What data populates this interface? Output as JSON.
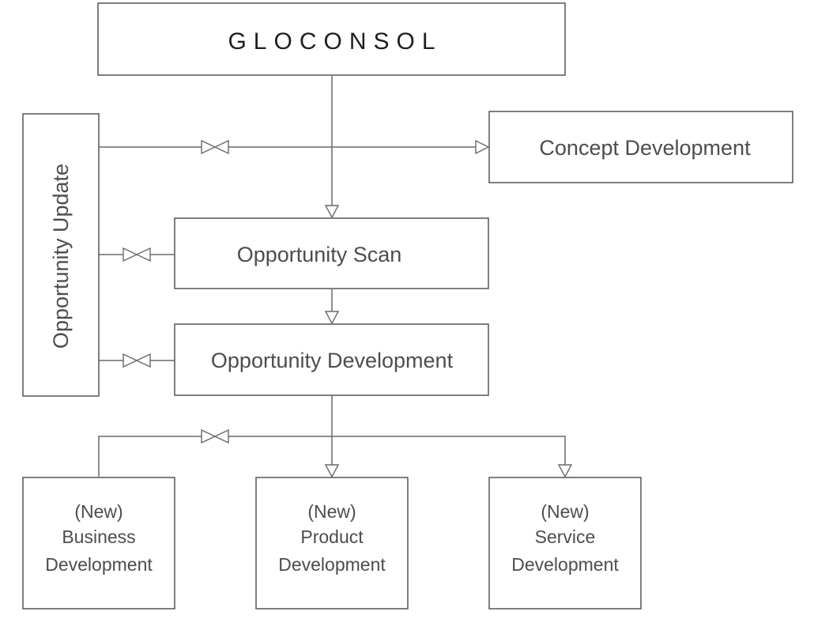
{
  "header": {
    "brand": "GLOCONSOL"
  },
  "nodes": {
    "opportunity_update": "Opportunity Update",
    "concept_development": "Concept Development",
    "opportunity_scan": "Opportunity Scan",
    "opportunity_development": "Opportunity Development",
    "business": [
      "(New)",
      "Business",
      "Development"
    ],
    "product": [
      "(New)",
      "Product",
      "Development"
    ],
    "service": [
      "(New)",
      "Service",
      "Development"
    ]
  },
  "colors": {
    "stroke": "#5f5f5f",
    "text": "#4d4d4d",
    "brand_text": "#1f1f1f",
    "background": "#ffffff"
  }
}
